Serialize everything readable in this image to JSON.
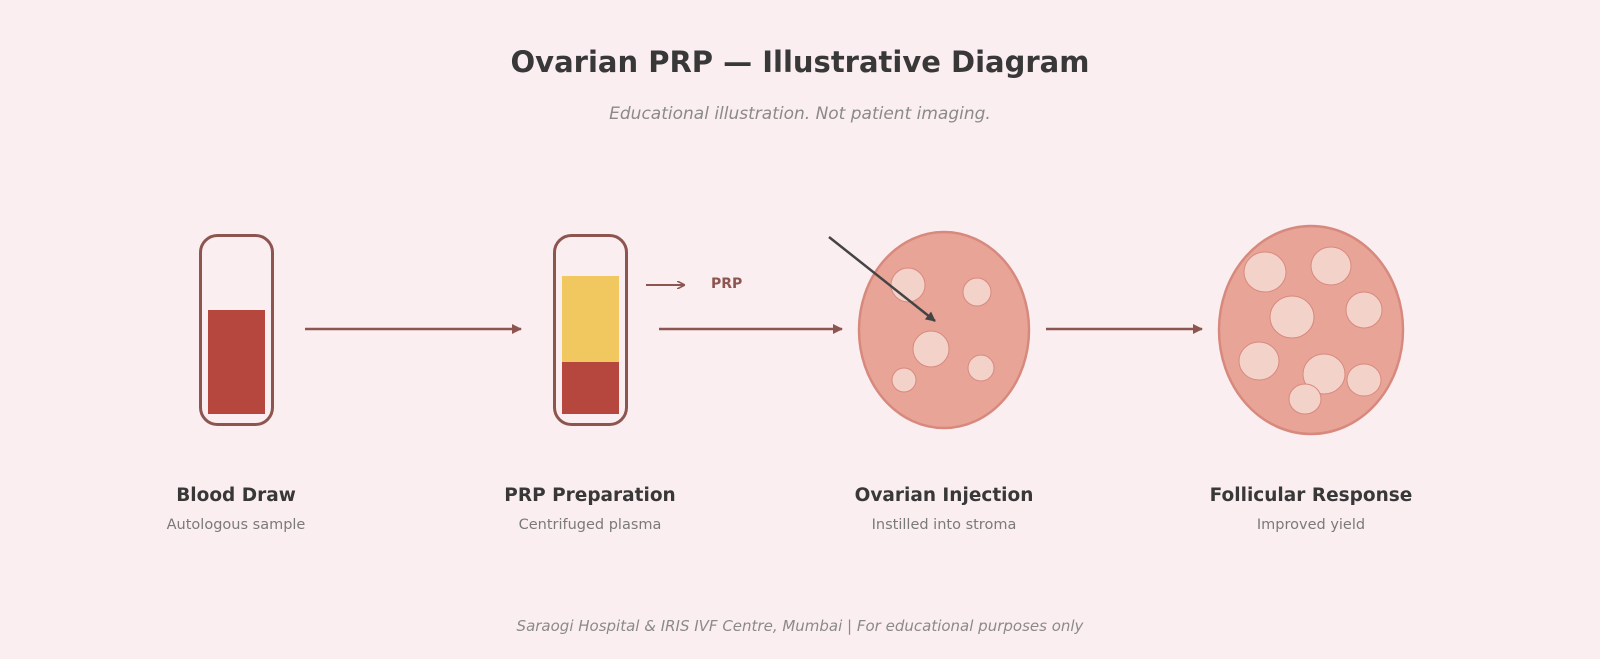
{
  "header": {
    "title": "Ovarian PRP — Illustrative Diagram",
    "subtitle": "Educational illustration. Not patient imaging."
  },
  "steps": [
    {
      "title": "Blood Draw",
      "subtitle": "Autologous sample"
    },
    {
      "title": "PRP Preparation",
      "subtitle": "Centrifuged plasma"
    },
    {
      "title": "Ovarian Injection",
      "subtitle": "Instilled into stroma"
    },
    {
      "title": "Follicular Response",
      "subtitle": "Improved yield"
    }
  ],
  "annotations": {
    "prp_label": "PRP"
  },
  "footer": {
    "text": "Saraogi Hospital & IRIS IVF Centre, Mumbai | For educational purposes only"
  },
  "colors": {
    "background": "#fbeef0",
    "outline": "#8c5550",
    "blood": "#b5473f",
    "plasma": "#f0c85f",
    "ovary": "#e8a597",
    "ovary_outline": "#d8897d",
    "follicle": "#f3d2ca",
    "needle": "#444444"
  }
}
